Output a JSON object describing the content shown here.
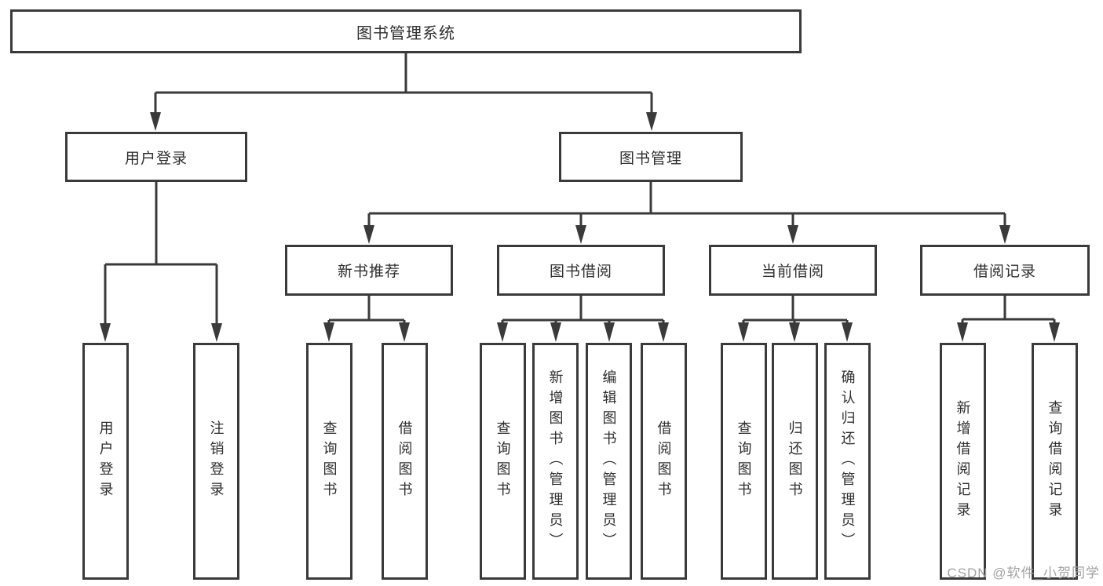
{
  "diagram_title": "图书管理系统",
  "nodes": {
    "root": {
      "label": "图书管理系统"
    },
    "user_login": {
      "label": "用户登录",
      "parent": "图书管理系统"
    },
    "book_mgmt": {
      "label": "图书管理",
      "parent": "图书管理系统"
    },
    "new_book_rec": {
      "label": "新书推荐",
      "parent": "图书管理"
    },
    "book_borrow": {
      "label": "图书借阅",
      "parent": "图书管理"
    },
    "current_borrow": {
      "label": "当前借阅",
      "parent": "图书管理"
    },
    "borrow_records": {
      "label": "借阅记录",
      "parent": "图书管理"
    }
  },
  "leaves": [
    {
      "label": "用户登录",
      "parent": "用户登录"
    },
    {
      "label": "注销登录",
      "parent": "用户登录"
    },
    {
      "label": "查询图书",
      "parent": "新书推荐"
    },
    {
      "label": "借阅图书",
      "parent": "新书推荐"
    },
    {
      "label": "查询图书",
      "parent": "图书借阅"
    },
    {
      "label": "新增图书（管理员）",
      "parent": "图书借阅"
    },
    {
      "label": "编辑图书（管理员）",
      "parent": "图书借阅"
    },
    {
      "label": "借阅图书",
      "parent": "图书借阅"
    },
    {
      "label": "查询图书",
      "parent": "当前借阅"
    },
    {
      "label": "归还图书",
      "parent": "当前借阅"
    },
    {
      "label": "确认归还（管理员）",
      "parent": "当前借阅"
    },
    {
      "label": "新增借阅记录",
      "parent": "借阅记录"
    },
    {
      "label": "查询借阅记录",
      "parent": "借阅记录"
    }
  ],
  "watermark": "CSDN @软件_小贺同学",
  "colors": {
    "line": "#3a3a3a",
    "text": "#2f2f2f",
    "watermark": "#a3a3a3",
    "background": "#ffffff"
  }
}
